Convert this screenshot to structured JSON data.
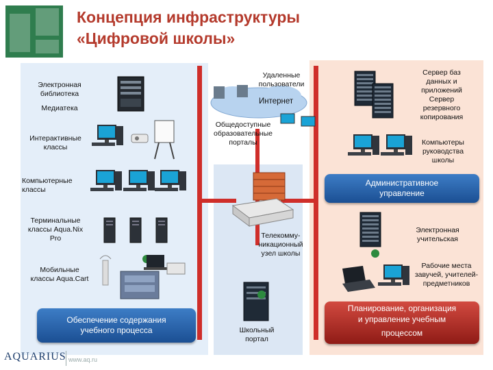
{
  "title_line1": "Концепция инфраструктуры",
  "title_line2": "«Цифровой школы»",
  "left": {
    "e_library_1": "Электронная",
    "e_library_2": "библиотека",
    "mediateka": "Медиатека",
    "interactive_1": "Интерактивные",
    "interactive_2": "классы",
    "computer_1": "Компьютерные",
    "computer_2": "классы",
    "terminal_1": "Терминальные",
    "terminal_2": "классы Aqua.Nix",
    "terminal_3": "Pro",
    "mobile_1": "Мобильные",
    "mobile_2": "классы Aqua.Cart",
    "content_btn_1": "Обеспечение содержания",
    "content_btn_2": "учебного процесса"
  },
  "middle": {
    "remote_1": "Удаленные",
    "remote_2": "пользователи",
    "internet": "Интернет",
    "portals_1": "Общедоступные",
    "portals_2": "образовательные",
    "portals_3": "порталы",
    "telecom_1": "Телекомму-",
    "telecom_2": "никационный",
    "telecom_3": "узел школы",
    "portal_1": "Школьный",
    "portal_2": "портал"
  },
  "right": {
    "db_server_1": "Сервер баз",
    "db_server_2": "данных и",
    "db_server_3": "приложений",
    "backup_1": "Сервер",
    "backup_2": "резервного",
    "backup_3": "копирования",
    "mgmt_pcs_1": "Компьютеры",
    "mgmt_pcs_2": "руководства",
    "mgmt_pcs_3": "школы",
    "admin_btn_1": "Административное",
    "admin_btn_2": "управление",
    "staffroom_1": "Электронная",
    "staffroom_2": "учительская",
    "workplaces_1": "Рабочие места",
    "workplaces_2": "завучей, учителей-",
    "workplaces_3": "предметников",
    "plan_btn_1": "Планирование, организация",
    "plan_btn_2": "и управление учебным",
    "plan_btn_3": "процессом"
  },
  "footer": {
    "brand": "AQUARIUS",
    "url": "www.aq.ru"
  }
}
